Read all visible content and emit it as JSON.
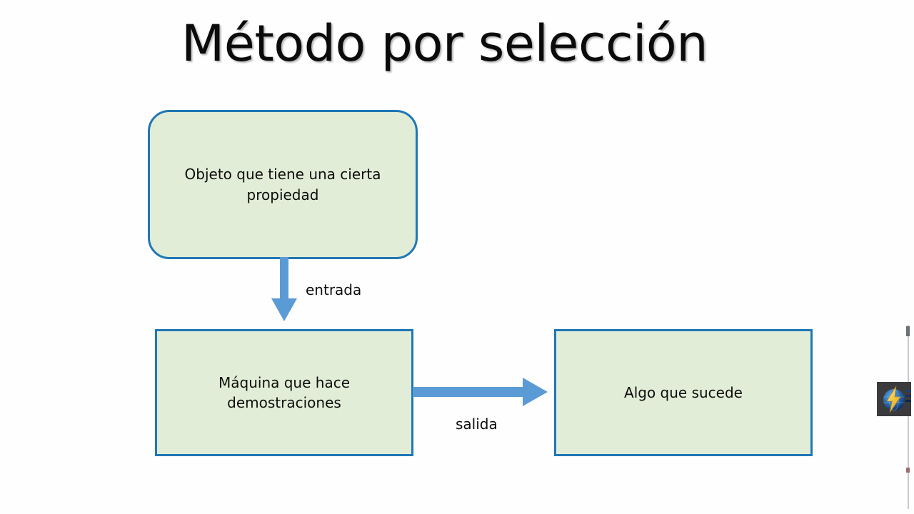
{
  "slide": {
    "title": "Método por selección",
    "background_color": "#fefefe"
  },
  "colors": {
    "box_fill": "#e2edd7",
    "box_border": "#2077b5",
    "arrow": "#5b9bd5",
    "text": "#0d0d0d"
  },
  "diagram": {
    "type": "flowchart",
    "nodes": [
      {
        "id": "objeto",
        "label": "Objeto que tiene una cierta propiedad",
        "shape": "rounded-rectangle"
      },
      {
        "id": "maquina",
        "label": "Máquina que hace demostraciones",
        "shape": "rectangle"
      },
      {
        "id": "algo",
        "label": "Algo que sucede",
        "shape": "rectangle"
      }
    ],
    "edges": [
      {
        "id": "entrada",
        "label": "entrada",
        "from": "objeto",
        "to": "maquina",
        "direction": "down"
      },
      {
        "id": "salida",
        "label": "salida",
        "from": "maquina",
        "to": "algo",
        "direction": "right"
      }
    ]
  },
  "overlay": {
    "video_thumbnail_icon": "lightning-globe-icon"
  }
}
